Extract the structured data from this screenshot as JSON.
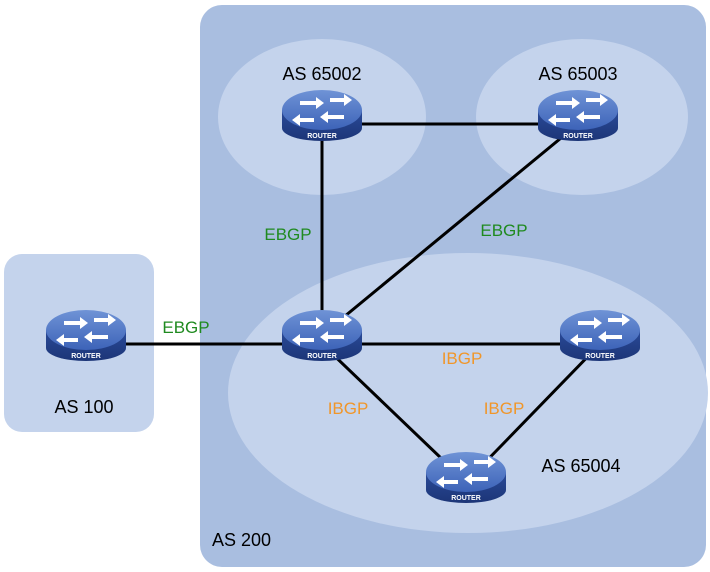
{
  "diagram": {
    "regions": {
      "as100": {
        "label": "AS 100"
      },
      "as200": {
        "label": "AS 200"
      },
      "as65002": {
        "label": "AS 65002"
      },
      "as65003": {
        "label": "AS 65003"
      },
      "as65004": {
        "label": "AS 65004"
      }
    },
    "routers": [
      {
        "id": "r-as100",
        "label": "ROUTER"
      },
      {
        "id": "r-65002",
        "label": "ROUTER"
      },
      {
        "id": "r-65003",
        "label": "ROUTER"
      },
      {
        "id": "r-65004-center",
        "label": "ROUTER"
      },
      {
        "id": "r-65004-right",
        "label": "ROUTER"
      },
      {
        "id": "r-65004-bottom",
        "label": "ROUTER"
      }
    ],
    "links": [
      {
        "from": "r-65002",
        "to": "r-65003",
        "label": ""
      },
      {
        "from": "r-65002",
        "to": "r-65004-center",
        "label": "EBGP"
      },
      {
        "from": "r-65003",
        "to": "r-65004-center",
        "label": "EBGP"
      },
      {
        "from": "r-as100",
        "to": "r-65004-center",
        "label": "EBGP"
      },
      {
        "from": "r-65004-center",
        "to": "r-65004-right",
        "label": "IBGP"
      },
      {
        "from": "r-65004-center",
        "to": "r-65004-bottom",
        "label": "IBGP"
      },
      {
        "from": "r-65004-right",
        "to": "r-65004-bottom",
        "label": "IBGP"
      }
    ],
    "colors": {
      "outer_box": "#a9bee0",
      "inner_ellipse": "#c4d3ec",
      "router_blue": "#2f54a8",
      "ebgp": "#1f8a1f",
      "ibgp": "#f0962a"
    }
  }
}
